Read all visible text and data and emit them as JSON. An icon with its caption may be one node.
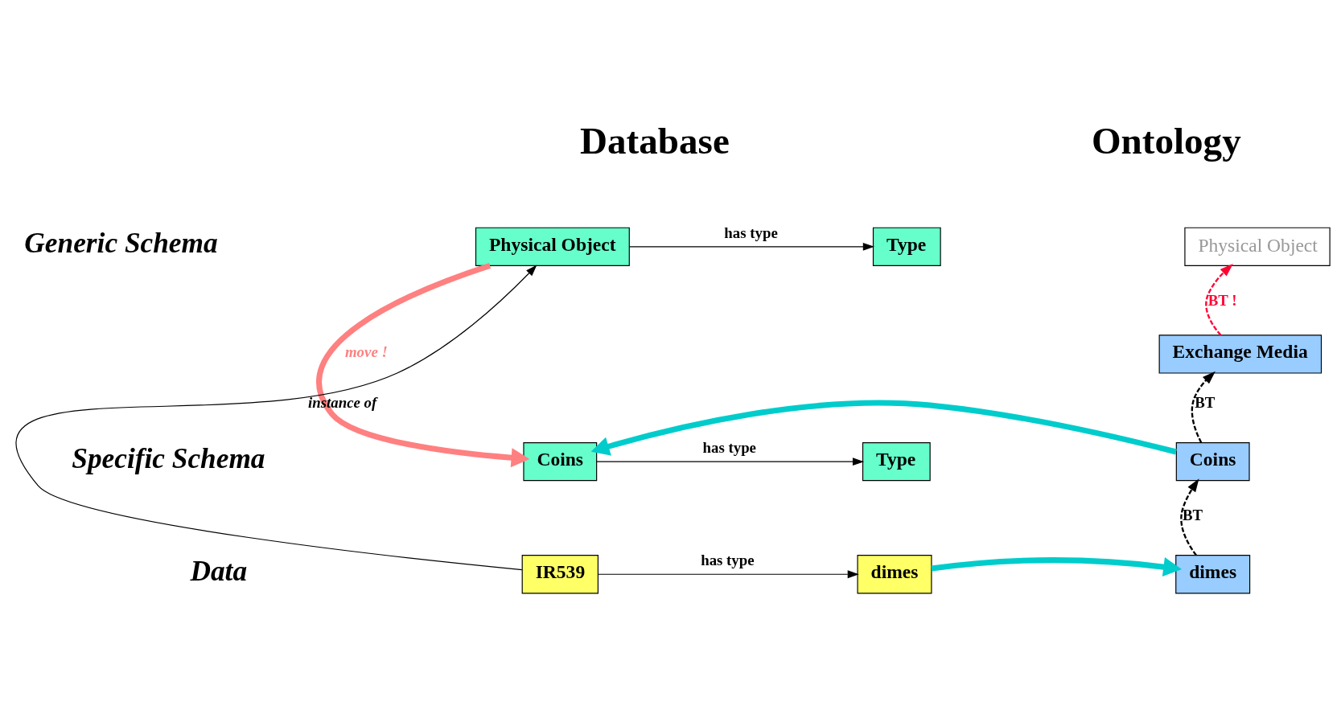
{
  "diagram": {
    "nodes": [
      {
        "text": [
          "Physical Object"
        ]
      },
      {
        "text": [
          "Type"
        ]
      },
      {
        "text": [
          "Coins"
        ]
      },
      {
        "text": [
          "Type"
        ]
      },
      {
        "text": [
          "IR539"
        ]
      },
      {
        "text": [
          "dimes"
        ]
      },
      {
        "text": [
          "Physical Object"
        ]
      },
      {
        "text": [
          "Exchange Media"
        ]
      },
      {
        "text": [
          "Coins"
        ]
      },
      {
        "text": [
          "dimes"
        ]
      }
    ],
    "edges": [
      {
        "from": 0,
        "to": 1,
        "arrow": "to",
        "label": "has type"
      },
      {
        "from": 2,
        "to": 3,
        "arrow": "to",
        "label": "has type"
      },
      {
        "from": 4,
        "to": 5,
        "arrow": "to",
        "label": "has type"
      },
      {
        "from": 4,
        "to": 0,
        "arrow": "to",
        "label": "instance of"
      },
      {
        "from": 0,
        "to": 2,
        "arrow": "to",
        "label": "move !",
        "style": "thick",
        "color": "#ff8080"
      },
      {
        "from": 7,
        "to": 6,
        "arrow": "to",
        "label": "BT !",
        "style": "dashed",
        "color": "#ff0033"
      },
      {
        "from": 8,
        "to": 7,
        "arrow": "to",
        "label": "BT",
        "style": "dashed"
      },
      {
        "from": 9,
        "to": 8,
        "arrow": "to",
        "label": "BT",
        "style": "dashed"
      },
      {
        "from": 8,
        "to": 2,
        "arrow": "to",
        "style": "thick",
        "color": "#00cccc"
      },
      {
        "from": 5,
        "to": 9,
        "arrow": "to",
        "style": "thick",
        "color": "#00cccc"
      }
    ],
    "labels": [
      "Database",
      "Ontology",
      "Generic Schema",
      "Specific Schema",
      "Data"
    ]
  }
}
